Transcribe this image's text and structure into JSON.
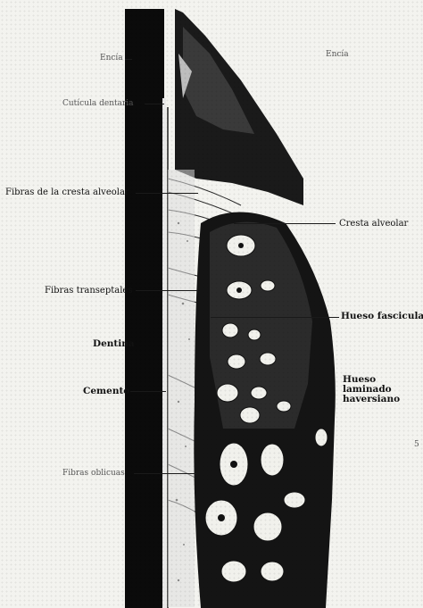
{
  "figure": {
    "labels": {
      "encia": "Encía",
      "gingiva_bar": "Encía",
      "cuticle": "Cutícula dentaria",
      "crest_fibers": "Fibras de la cresta alveolar",
      "alveolar_crest": "Cresta alveolar",
      "transseptal": "Fibras transeptales",
      "bundle_bone": "Hueso fasciculado",
      "dentin": "Dentina",
      "lamellar_bone": "Hueso laminado haversiano",
      "cementum": "Cemento",
      "oblique": "Fibras oblicuas"
    },
    "page_mark": "5"
  }
}
